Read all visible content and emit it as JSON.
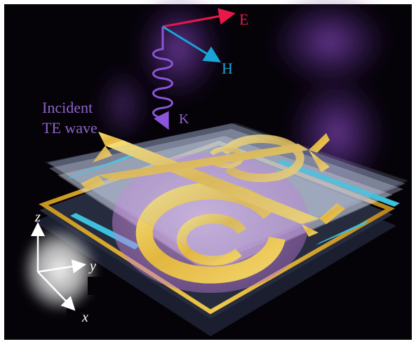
{
  "labels": {
    "e_field": "E",
    "h_field": "H",
    "k_vector": "K",
    "incident_line1": "Incident",
    "incident_line2": "TE wave",
    "axis_z": "z",
    "axis_y": "y",
    "axis_x": "x"
  },
  "colors": {
    "background": "#050308",
    "haze": "#7a3fb0",
    "e_field": "#e8184a",
    "h_field": "#1aa3d6",
    "wave": "#8a55d8",
    "incident_text": "#8d63c9",
    "gold": "#e6c24e",
    "cyan_bar": "#3cc0dc",
    "glass": "#aab4d2",
    "pink_disc": "#d89be8",
    "axis": "#ffffff"
  }
}
